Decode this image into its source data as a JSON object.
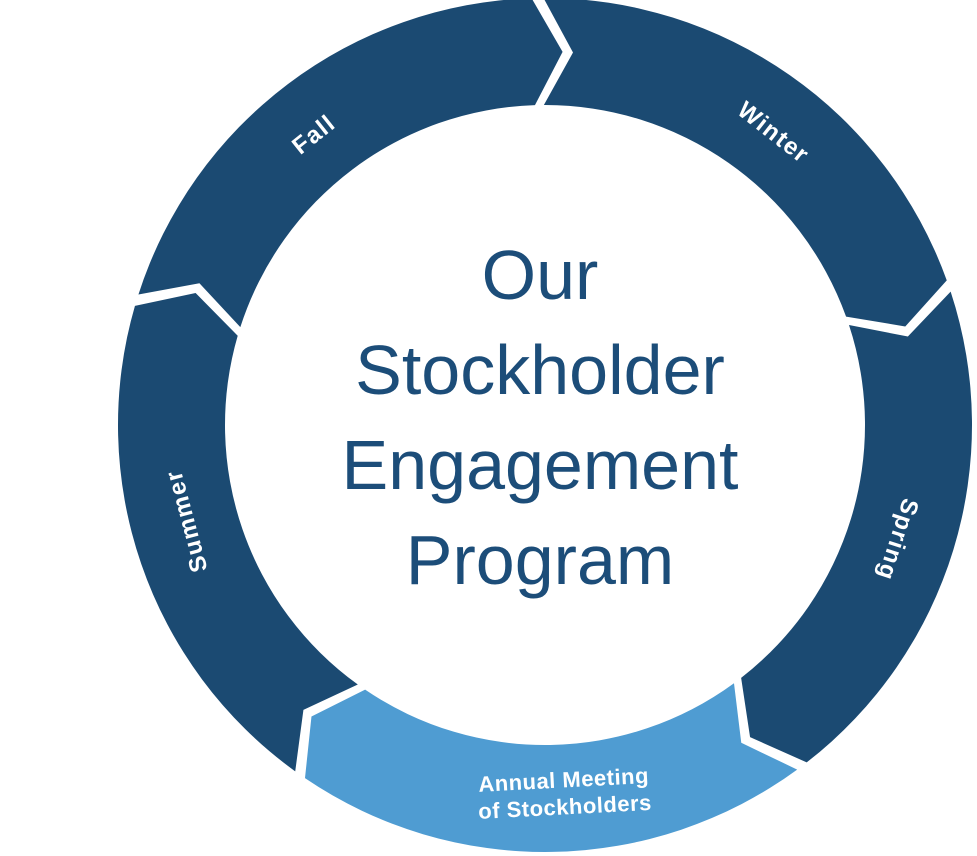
{
  "diagram": {
    "type": "seasonal-cycle-ring",
    "direction": "clockwise",
    "title": {
      "full": "Our Stockholder Engagement Program",
      "lines": [
        "Our",
        "Stockholder",
        "Engagement",
        "Program"
      ]
    },
    "colors": {
      "segment": "#1b4a72",
      "segment_highlight": "#4f9cd2",
      "segment_label": "#ffffff",
      "title": "#1c4d79",
      "background": "#ffffff"
    },
    "segments": [
      {
        "id": "winter",
        "label": "Winter",
        "start_angle": -0.2,
        "end_angle": 70.2,
        "label_angle": 38,
        "highlight": false
      },
      {
        "id": "spring",
        "label": "Spring",
        "start_angle": 71.8,
        "end_angle": 142.2,
        "label_angle": 108,
        "highlight": false
      },
      {
        "id": "annual-meeting",
        "label": "Annual Meeting of Stockholders",
        "lines": [
          "Annual Meeting",
          "of Stockholders"
        ],
        "start_angle": 143.8,
        "end_angle": 214.2,
        "label_angle": 177,
        "highlight": true
      },
      {
        "id": "summer",
        "label": "Summer",
        "start_angle": 215.8,
        "end_angle": 286.2,
        "label_angle": 255,
        "highlight": false
      },
      {
        "id": "fall",
        "label": "Fall",
        "start_angle": 287.8,
        "end_angle": 358.2,
        "label_angle": 321.5,
        "highlight": false
      }
    ]
  }
}
